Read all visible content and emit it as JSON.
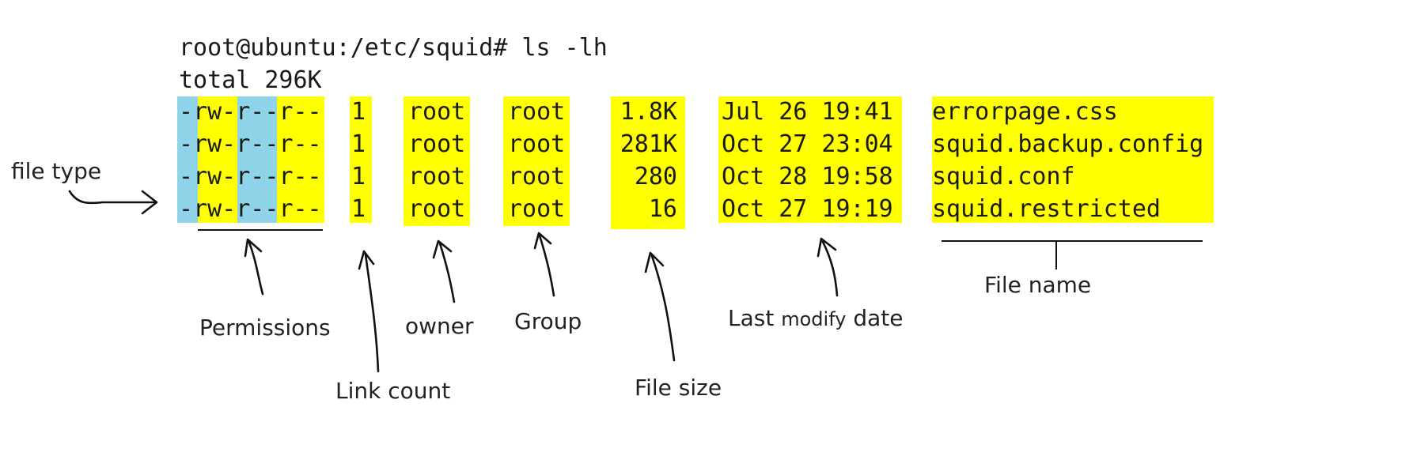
{
  "terminal": {
    "command_line": "root@ubuntu:/etc/squid# ls -lh",
    "total_line": "total 296K",
    "rows": [
      {
        "type": "-",
        "perm_user": "rw-",
        "perm_group": "r--",
        "perm_other": "r--",
        "links": "1",
        "owner": "root",
        "group": "root",
        "size": "1.8K",
        "date": "Jul 26 19:41",
        "name": "errorpage.css"
      },
      {
        "type": "-",
        "perm_user": "rw-",
        "perm_group": "r--",
        "perm_other": "r--",
        "links": "1",
        "owner": "root",
        "group": "root",
        "size": "281K",
        "date": "Oct 27 23:04",
        "name": "squid.backup.config"
      },
      {
        "type": "-",
        "perm_user": "rw-",
        "perm_group": "r--",
        "perm_other": "r--",
        "links": "1",
        "owner": "root",
        "group": "root",
        "size": "280",
        "date": "Oct 28 19:58",
        "name": "squid.conf"
      },
      {
        "type": "-",
        "perm_user": "rw-",
        "perm_group": "r--",
        "perm_other": "r--",
        "links": "1",
        "owner": "root",
        "group": "root",
        "size": "16",
        "date": "Oct 27 19:19",
        "name": "squid.restricted"
      }
    ]
  },
  "annotations": {
    "file_type": "file type",
    "permissions": "Permissions",
    "link_count": "Link count",
    "owner": "owner",
    "group": "Group",
    "file_size": "File size",
    "last_modify_prefix": "Last ",
    "last_modify_mid": "modify",
    "last_modify_suffix": " date",
    "file_name": "File name"
  },
  "colors": {
    "highlight_yellow": "#ffff00",
    "highlight_blue": "#8fd3e8",
    "text": "#1a1a1a",
    "ink": "#111111"
  }
}
